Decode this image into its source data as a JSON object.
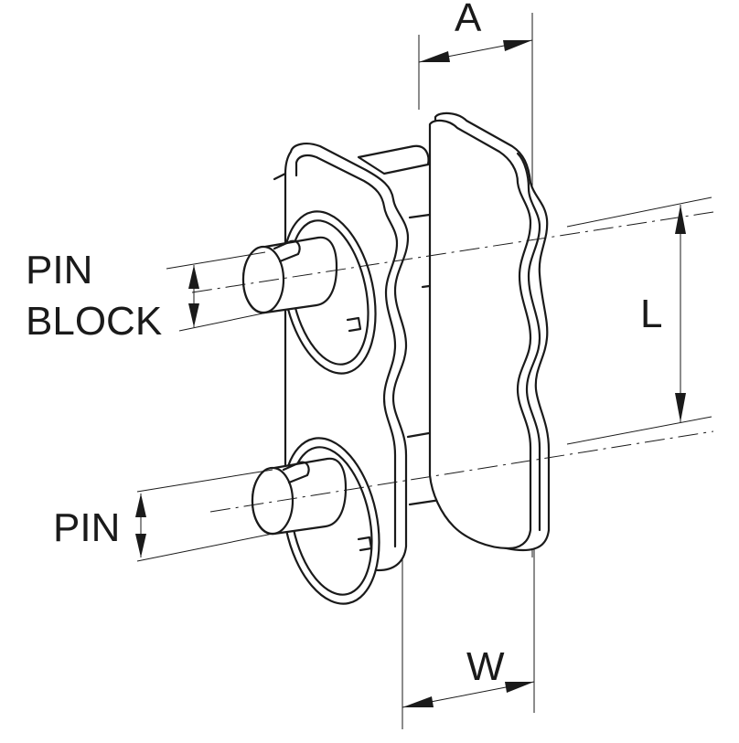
{
  "labels": {
    "dimension_a": "A",
    "dimension_w": "W",
    "dimension_l": "L",
    "pin_block_line1": "PIN",
    "pin_block_line2": "BLOCK",
    "pin": "PIN"
  },
  "colors": {
    "line": "#1a1a1a",
    "background": "#ffffff"
  }
}
